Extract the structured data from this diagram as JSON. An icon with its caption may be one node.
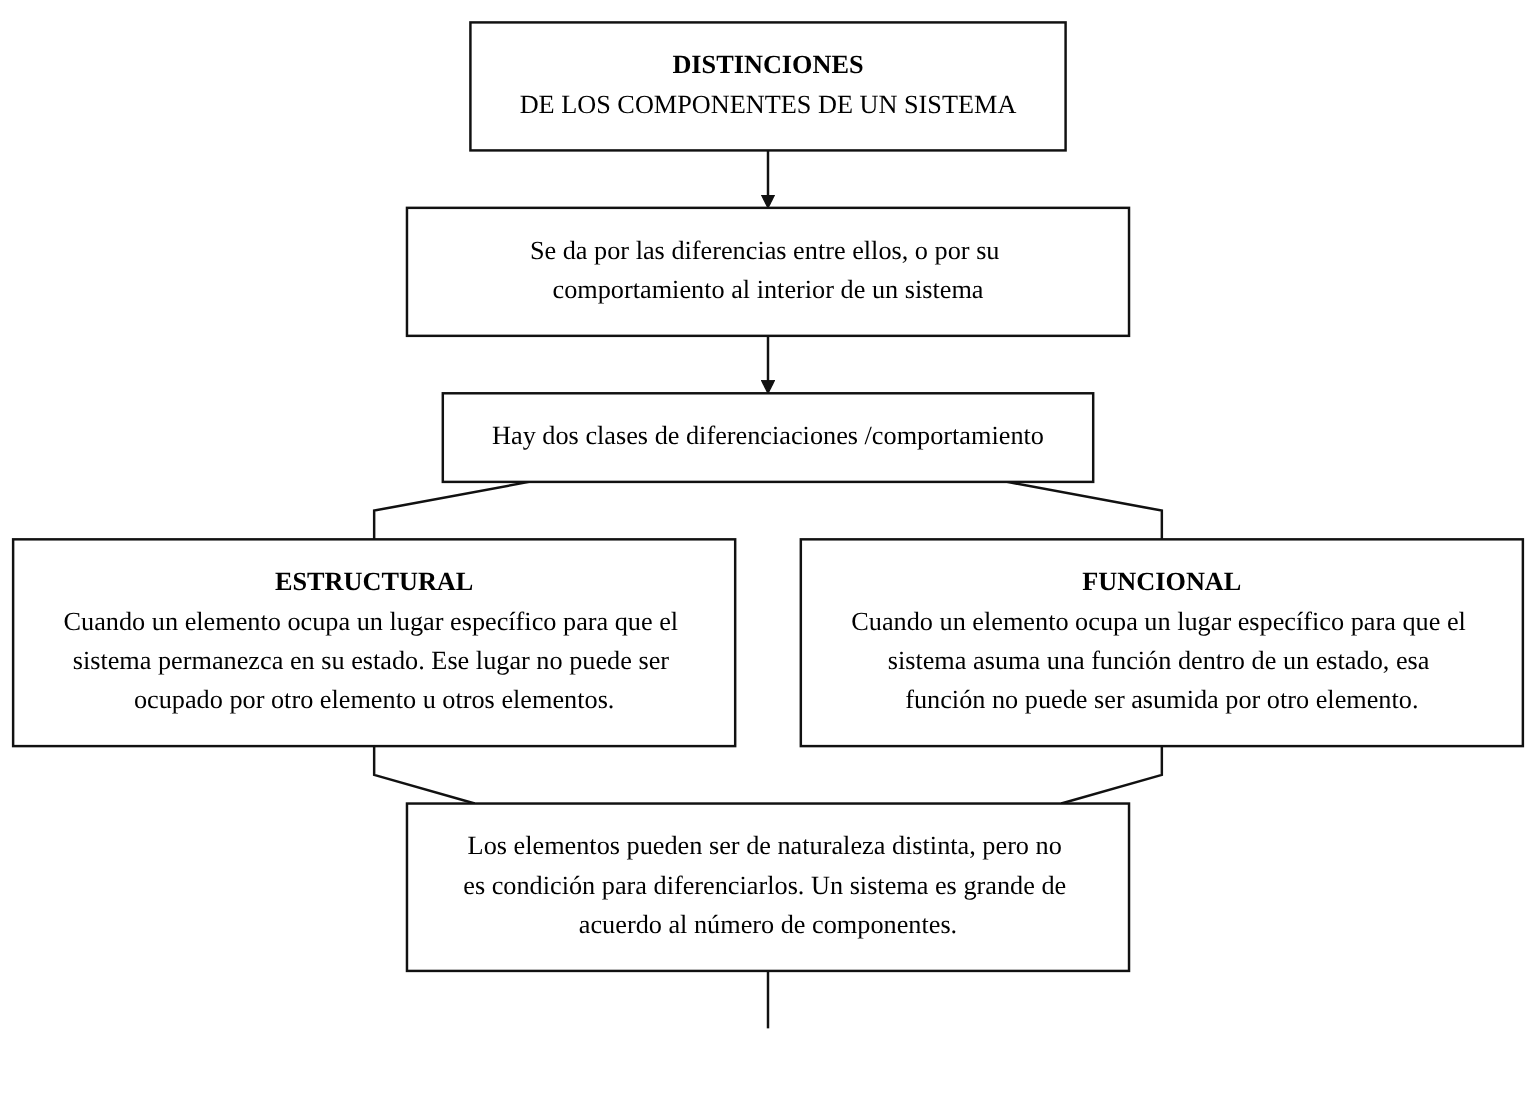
{
  "diagram": {
    "nodes": [
      {
        "text": [
          "DISTINCIONES",
          "DE LOS COMPONENTES DE UN SISTEMA"
        ]
      },
      {
        "text": [
          "Se da por las diferencias entre ellos, o por su comportamiento al interior de un sistema"
        ]
      },
      {
        "text": [
          "Hay dos clases de diferenciaciones /comportamiento"
        ]
      },
      {
        "text": [
          "ESTRUCTURAL",
          "Cuando un elemento ocupa un lugar específico para que el sistema permanezca en su estado. Ese lugar no puede ser ocupado por otro elemento u otros elementos."
        ]
      },
      {
        "text": [
          "FUNCIONAL",
          "Cuando un elemento ocupa un lugar específico para que el sistema asuma una función dentro de un estado, esa función no puede ser asumida por otro elemento."
        ]
      },
      {
        "text": [
          "Los elementos pueden ser de naturaleza distinta, pero no es condición para diferenciarlos. Un sistema es grande de acuerdo al número de componentes."
        ]
      }
    ],
    "edges": [
      {
        "from": 0,
        "to": 1,
        "arrow": "to"
      },
      {
        "from": 1,
        "to": 2,
        "arrow": "to"
      },
      {
        "from": 2,
        "to": 3,
        "arrow": "none"
      },
      {
        "from": 2,
        "to": 4,
        "arrow": "none"
      },
      {
        "from": 3,
        "to": 5,
        "arrow": "none"
      },
      {
        "from": 4,
        "to": 5,
        "arrow": "none"
      },
      {
        "from": 5,
        "to": null,
        "arrow": "none"
      }
    ]
  }
}
